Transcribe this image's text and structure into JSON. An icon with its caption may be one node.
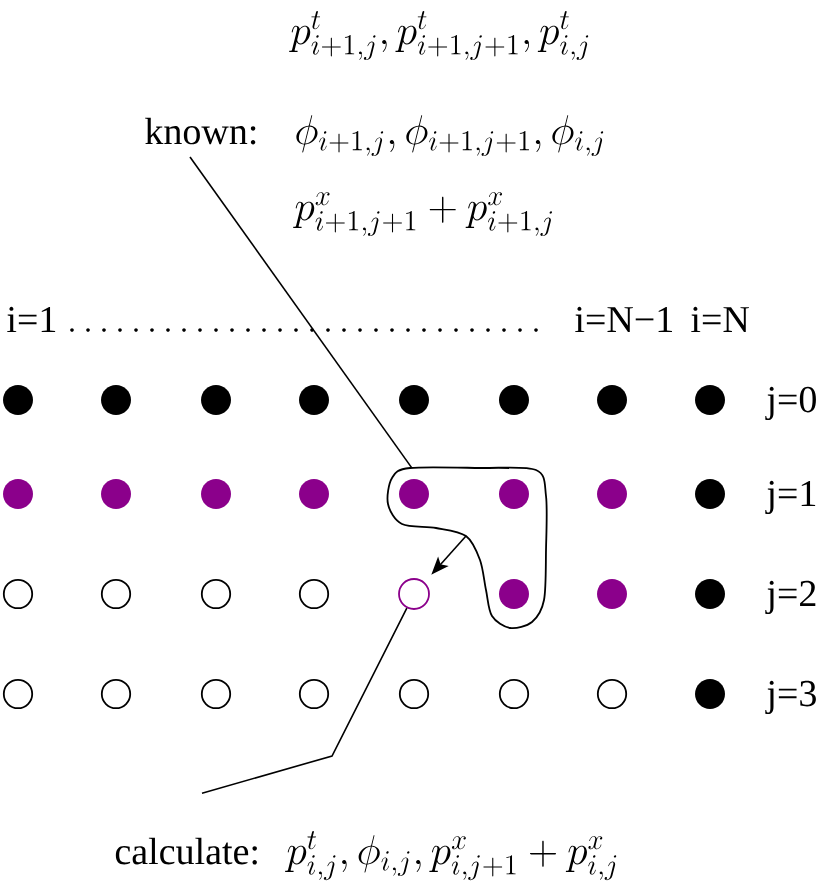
{
  "diagram": {
    "nodes": [
      {
        "text": [
          "known:",
          "p^{t}_{i+1,j}, p^{t}_{i+1,j+1}, p^{t}_{i,j}",
          "\\phi_{i+1,j}, \\phi_{i+1,j+1}, \\phi_{i,j}",
          "p^{x}_{i+1,j+1} + p^{x}_{i+1,j}"
        ]
      },
      {
        "text": [],
        "shape": "blob"
      },
      {
        "text": [],
        "shape": "circle"
      },
      {
        "text": [
          "calculate:",
          "p^{t}_{i,j}, \\phi_{i,j}, p^{x}_{i,j+1} + p^{x}_{i,j}"
        ]
      }
    ],
    "edges": [
      {
        "from": 0,
        "to": 1,
        "arrow": "none"
      },
      {
        "from": 1,
        "to": 2,
        "arrow": "to"
      },
      {
        "from": 3,
        "to": 2,
        "arrow": "none"
      }
    ],
    "labels": [
      "i=1",
      "i=N−1",
      "i=N",
      "j=0",
      "j=1",
      "j=2",
      "j=3"
    ]
  }
}
